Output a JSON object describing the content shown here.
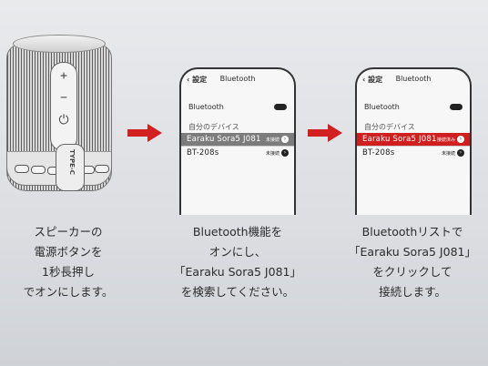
{
  "colors": {
    "accent_red": "#d01f1f",
    "selected_gray": "#7c7c7c"
  },
  "speaker": {
    "buttons": [
      "+",
      "−",
      "⏻"
    ],
    "port_label": "TYPE-C"
  },
  "phones": [
    {
      "back": "‹ 設定",
      "title": "Bluetooth",
      "bluetooth_label": "Bluetooth",
      "section": "自分のデバイス",
      "devices": [
        {
          "name": "Earaku Sora5 J081",
          "status": "未接続",
          "icon": "info-icon"
        },
        {
          "name": "BT-208s",
          "status": "未接続",
          "icon": "info-icon"
        }
      ]
    },
    {
      "back": "‹ 設定",
      "title": "Bluetooth",
      "bluetooth_label": "Bluetooth",
      "section": "自分のデバイス",
      "devices": [
        {
          "name": "Earaku Sora5 J081",
          "status": "接続済み",
          "icon": "info-icon"
        },
        {
          "name": "BT-208s",
          "status": "未接続",
          "icon": "info-icon"
        }
      ]
    }
  ],
  "captions": [
    [
      "スピーカーの",
      "電源ボタンを",
      "1秒長押し",
      "でオンにします。"
    ],
    [
      "Bluetooth機能を",
      "オンにし、",
      "「Earaku Sora5 J081」",
      "を検索してください。"
    ],
    [
      "Bluetoothリストで",
      "「Earaku Sora5 J081」",
      "をクリックして",
      "接続します。"
    ]
  ]
}
